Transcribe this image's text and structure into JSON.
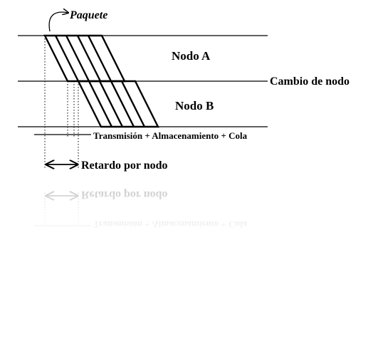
{
  "diagram": {
    "label_packet": "Paquete",
    "label_node_a": "Nodo A",
    "label_node_b": "Nodo B",
    "label_node_change": "Cambio de nodo",
    "label_components": "Transmisión + Almacenamiento + Cola",
    "label_delay": "Retardo por nodo"
  },
  "colors": {
    "ink": "#000000",
    "background": "#ffffff"
  }
}
